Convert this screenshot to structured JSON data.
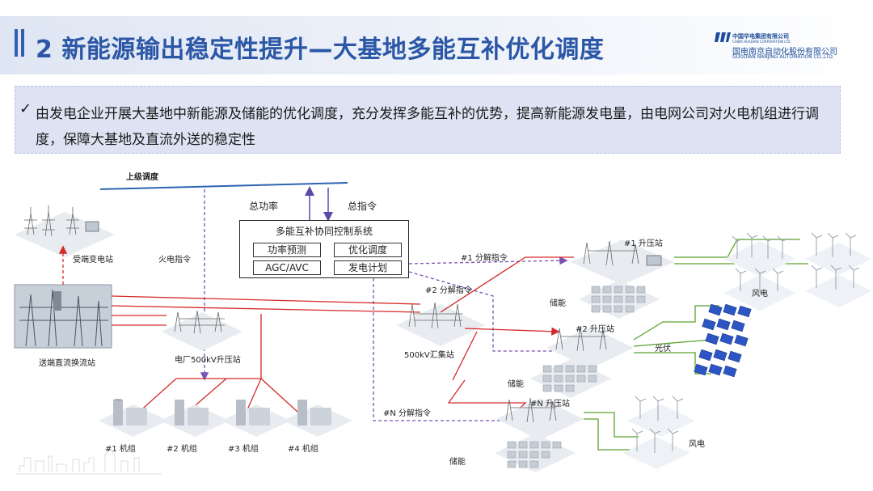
{
  "header": {
    "title": "2 新能源输出稳定性提升—大基地多能互补优化调度",
    "logo_line1": "中国华电集团有限公司",
    "logo_line2": "CHINA HUADIAN CORPORATION LTD.",
    "logo_line3": "国电南京自动化股份有限公司",
    "logo_line4": "GUODIAN NANJING AUTOMATION CO.,LTD."
  },
  "bullet": {
    "check": "✓",
    "text": "由发电企业开展大基地中新能源及储能的优化调度，充分发挥多能互补的优势，提高新能源发电量，由电网公司对火电机组进行调度，保障大基地及直流外送的稳定性"
  },
  "diagram": {
    "upper_dispatch": "上级调度",
    "total_power": "总功率",
    "total_command": "总指令",
    "control_system": {
      "title": "多能互补协同控制系统",
      "power_forecast": "功率预测",
      "optimal_dispatch": "优化调度",
      "agc_avc": "AGC/AVC",
      "generation_plan": "发电计划"
    },
    "receiving_substation": "受端变电站",
    "thermal_command": "火电指令",
    "sending_converter": "送端直流换流站",
    "plant_500kv": "电厂500kV升压站",
    "collection_500kv": "500kV汇集站",
    "units": [
      "#1 机组",
      "#2 机组",
      "#3 机组",
      "#4 机组"
    ],
    "cmd_1": "#1 分解指令",
    "cmd_2": "#2 分解指令",
    "cmd_n": "#N 分解指令",
    "step_up_1": "#1 升压站",
    "step_up_2": "#2 升压站",
    "step_up_n": "#N 升压站",
    "storage_1": "储能",
    "storage_2": "储能",
    "storage_n": "储能",
    "wind_1": "风电",
    "wind_n": "风电",
    "solar": "光伏"
  },
  "colors": {
    "title": "#2b57a6",
    "power_line": "#d42a2a",
    "command_line": "#7a52b3",
    "renewable_line": "#5aa02c",
    "dispatch_line": "#2f63b3"
  }
}
